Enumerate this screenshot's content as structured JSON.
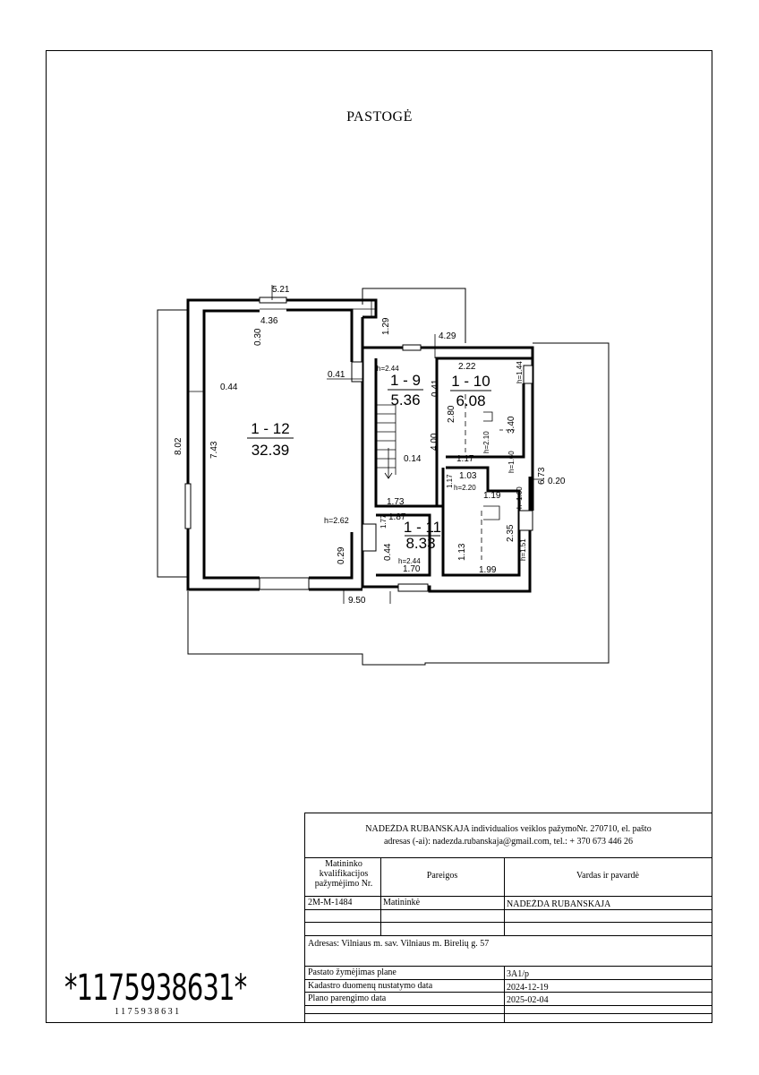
{
  "title": "PASTOGĖ",
  "rooms": [
    {
      "id": "1 - 12",
      "area": "32.39"
    },
    {
      "id": "1 - 9",
      "area": "5.36"
    },
    {
      "id": "1 - 10",
      "area": "6.08"
    },
    {
      "id": "1 - 11",
      "area": "8.33"
    }
  ],
  "dims": {
    "d521": "5.21",
    "d436": "4.36",
    "d030": "0.30",
    "d129": "1.29",
    "d429": "4.29",
    "d041a": "0.41",
    "d244a": "h=2.44",
    "d041b": "0.41",
    "d222": "2.22",
    "dh144": "h=1.44",
    "d044": "0.44",
    "d802": "8.02",
    "d743": "7.43",
    "d280": "2.80",
    "d340": "3.40",
    "dh210": "h=2.10",
    "d400": "4.00",
    "d014": "0.14",
    "d117": "1.17",
    "dh160": "h=1.60",
    "d673": "6.73",
    "d020": "0.20",
    "d103": "1.03",
    "d117b": "1.17",
    "dh220": "h=2.20",
    "d119": "1.19",
    "dh160b": "h=1.60",
    "d173": "1.73",
    "dh262": "h=2.62",
    "d187": "1.87",
    "d177": "1.77",
    "d235": "2.35",
    "dh151": "h=1.51",
    "d029": "0.29",
    "d044b": "0.44",
    "d113": "1.13",
    "dh244b": "h=2.44",
    "d170": "1.70",
    "d199": "1.99",
    "d950": "9.50"
  },
  "stamp": {
    "header_line1": "NADEŽDA RUBANSKAJA individualios veiklos pažymoNr. 270710, el. pašto",
    "header_line2": "adresas (-ai): nadezda.rubanskaja@gmail.com, tel.: + 370 673 446 26",
    "col1_head": "Matininko kvalifikacijos pažymėjimo Nr.",
    "col2_head": "Pareigos",
    "col3_head": "Vardas ir pavardė",
    "cert_no": "2M-M-1484",
    "position": "Matininkė",
    "name": "NADEŽDA RUBANSKAJA",
    "address": "Adresas: Vilniaus m. sav. Vilniaus m. Birelių g. 57",
    "label_marking": "Pastato žymėjimas plane",
    "value_marking": "3A1/p",
    "label_cadastre": "Kadastro duomenų nustatymo data",
    "value_cadastre": "2024-12-19",
    "label_plan": "Plano parengimo data",
    "value_plan": "2025-02-04"
  },
  "barcode": {
    "big": "*1175938631*",
    "small": "1175938631"
  }
}
